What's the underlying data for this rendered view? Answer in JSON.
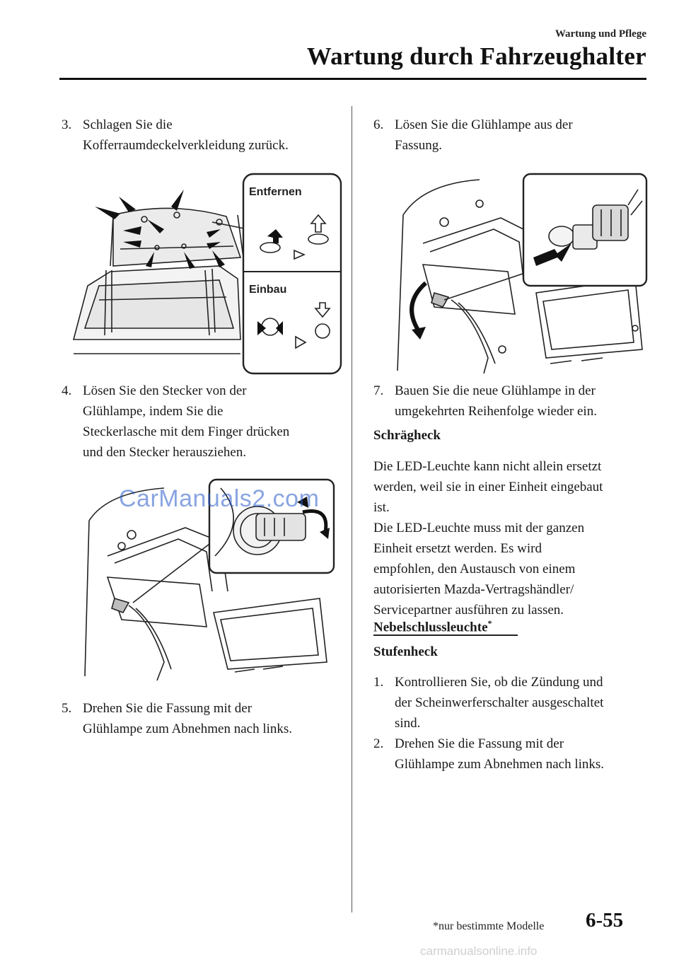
{
  "header": {
    "section": "Wartung und Pflege",
    "title": "Wartung durch Fahrzeughalter"
  },
  "left_column": {
    "step3": {
      "num": "3.",
      "text": [
        "Schlagen Sie die",
        "Kofferraumdeckelverkleidung zurück."
      ]
    },
    "figure1": {
      "label_remove": "Entfernen",
      "label_install": "Einbau"
    },
    "step4": {
      "num": "4.",
      "text": [
        "Lösen Sie den Stecker von der",
        "Glühlampe, indem Sie die",
        "Steckerlasche mit dem Finger drücken",
        "und den Stecker herausziehen."
      ]
    },
    "step5": {
      "num": "5.",
      "text": [
        "Drehen Sie die Fassung mit der",
        "Glühlampe zum Abnehmen nach links."
      ]
    }
  },
  "right_column": {
    "step6": {
      "num": "6.",
      "text": [
        "Lösen Sie die Glühlampe aus der",
        "Fassung."
      ]
    },
    "step7": {
      "num": "7.",
      "text": [
        "Bauen Sie die neue Glühlampe in der",
        "umgekehrten Reihenfolge wieder ein."
      ]
    },
    "hatchback_heading": "Schrägheck",
    "hatchback_text": [
      "Die LED-Leuchte kann nicht allein ersetzt",
      "werden, weil sie in einer Einheit eingebaut",
      "ist.",
      "Die LED-Leuchte muss mit der ganzen",
      "Einheit ersetzt werden. Es wird",
      "empfohlen, den Austausch von einem",
      "autorisierten Mazda-Vertragshändler/",
      "Servicepartner ausführen zu lassen."
    ],
    "fog_heading": "Nebelschlussleuchte",
    "fog_heading_mark": "*",
    "sedan_heading": "Stufenheck",
    "step1b": {
      "num": "1.",
      "text": [
        "Kontrollieren Sie, ob die Zündung und",
        "der Scheinwerferschalter ausgeschaltet",
        "sind."
      ]
    },
    "step2b": {
      "num": "2.",
      "text": [
        "Drehen Sie die Fassung mit der",
        "Glühlampe zum Abnehmen nach links."
      ]
    }
  },
  "footer": {
    "note": "*nur bestimmte Modelle",
    "page": "6-55"
  },
  "watermarks": {
    "overlay": "CarManuals2.com",
    "bottom": "carmanualsonline.info"
  }
}
